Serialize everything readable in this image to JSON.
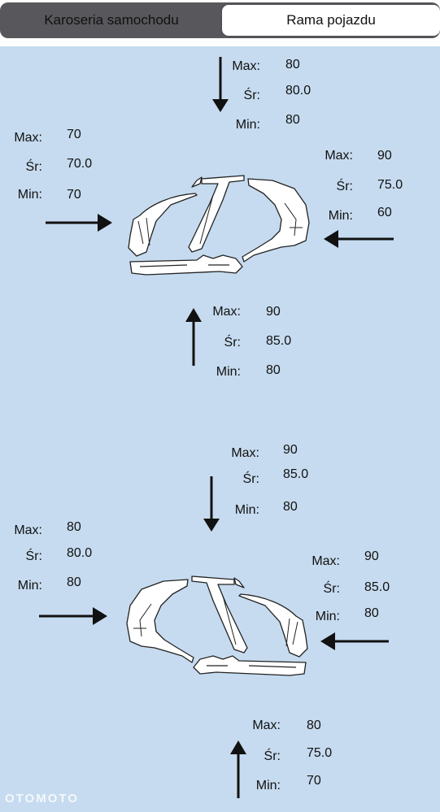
{
  "tabs": {
    "left_label": "Karoseria samochodu",
    "right_label": "Rama pojazdu"
  },
  "labels": {
    "max": "Max:",
    "avg": "Śr:",
    "min": "Min:"
  },
  "panels": [
    {
      "top": {
        "max": "80",
        "avg": "80.0",
        "min": "80"
      },
      "left": {
        "max": "70",
        "avg": "70.0",
        "min": "70"
      },
      "right": {
        "max": "90",
        "avg": "75.0",
        "min": "60"
      },
      "bottom": {
        "max": "90",
        "avg": "85.0",
        "min": "80"
      }
    },
    {
      "top": {
        "max": "90",
        "avg": "85.0",
        "min": "80"
      },
      "left": {
        "max": "80",
        "avg": "80.0",
        "min": "80"
      },
      "right": {
        "max": "90",
        "avg": "85.0",
        "min": "80"
      },
      "bottom": {
        "max": "80",
        "avg": "75.0",
        "min": "70"
      }
    }
  ],
  "watermark": "OTOMOTO",
  "colors": {
    "background": "#c6dbef",
    "segment_bg": "#57575c",
    "segment_active": "#ffffff"
  }
}
